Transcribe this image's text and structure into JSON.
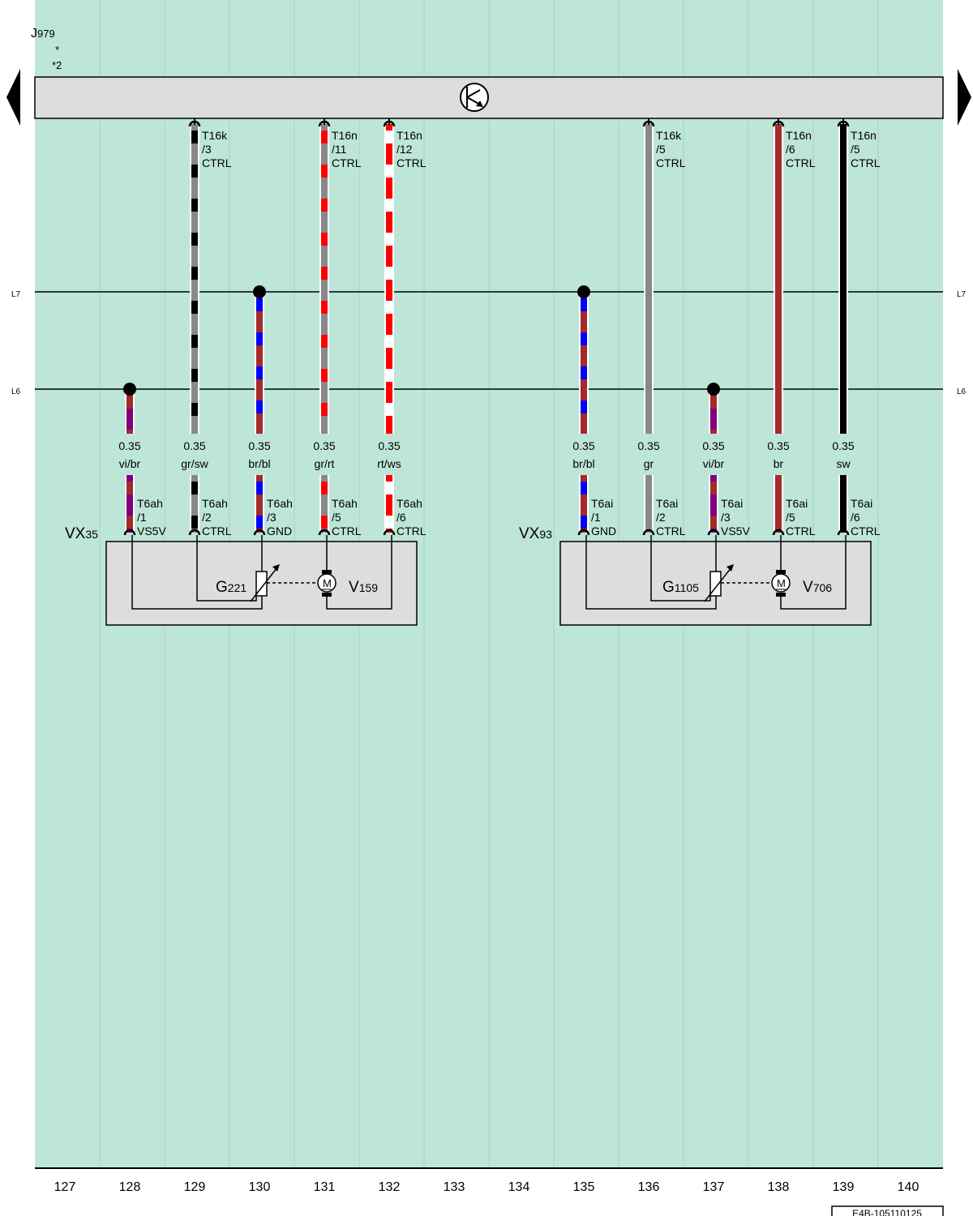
{
  "colors": {
    "background": "#bde5d8",
    "bus_fill": "#dddddd",
    "component_fill": "#dddddd",
    "gr": "#888888",
    "sw": "#000000",
    "br": "#a52a2a",
    "bl": "#0000ff",
    "rt": "#ff0000",
    "ws": "#ffffff",
    "vi": "#800080"
  },
  "bus": {
    "name": "J",
    "name_sub": "979",
    "note_star": "*",
    "note_ref": "*2",
    "left_arrow_icon": "page-back-icon",
    "right_arrow_icon": "page-forward-icon",
    "center_icon": "can-bus-symbol-icon"
  },
  "rails": {
    "l7": "L7",
    "l6": "L6"
  },
  "wires": [
    {
      "col": "128",
      "size": "0.35",
      "color": "vi/br",
      "top_conn": "",
      "top_pin": "",
      "top_sig": "",
      "splice": "L6",
      "bot_conn": "T6ah",
      "bot_pin": "/1",
      "bot_sig": "VS5V"
    },
    {
      "col": "129",
      "size": "0.35",
      "color": "gr/sw",
      "top_conn": "T16k",
      "top_pin": "/3",
      "top_sig": "CTRL",
      "splice": "",
      "bot_conn": "T6ah",
      "bot_pin": "/2",
      "bot_sig": "CTRL"
    },
    {
      "col": "130",
      "size": "0.35",
      "color": "br/bl",
      "top_conn": "",
      "top_pin": "",
      "top_sig": "",
      "splice": "L7",
      "bot_conn": "T6ah",
      "bot_pin": "/3",
      "bot_sig": "GND"
    },
    {
      "col": "131",
      "size": "0.35",
      "color": "gr/rt",
      "top_conn": "T16n",
      "top_pin": "/11",
      "top_sig": "CTRL",
      "splice": "",
      "bot_conn": "T6ah",
      "bot_pin": "/5",
      "bot_sig": "CTRL"
    },
    {
      "col": "132",
      "size": "0.35",
      "color": "rt/ws",
      "top_conn": "T16n",
      "top_pin": "/12",
      "top_sig": "CTRL",
      "splice": "",
      "bot_conn": "T6ah",
      "bot_pin": "/6",
      "bot_sig": "CTRL"
    },
    {
      "col": "135",
      "size": "0.35",
      "color": "br/bl",
      "top_conn": "",
      "top_pin": "",
      "top_sig": "",
      "splice": "L7",
      "bot_conn": "T6ai",
      "bot_pin": "/1",
      "bot_sig": "GND"
    },
    {
      "col": "136",
      "size": "0.35",
      "color": "gr",
      "top_conn": "T16k",
      "top_pin": "/5",
      "top_sig": "CTRL",
      "splice": "",
      "bot_conn": "T6ai",
      "bot_pin": "/2",
      "bot_sig": "CTRL"
    },
    {
      "col": "137",
      "size": "0.35",
      "color": "vi/br",
      "top_conn": "",
      "top_pin": "",
      "top_sig": "",
      "splice": "L6",
      "bot_conn": "T6ai",
      "bot_pin": "/3",
      "bot_sig": "VS5V"
    },
    {
      "col": "138",
      "size": "0.35",
      "color": "br",
      "top_conn": "T16n",
      "top_pin": "/6",
      "top_sig": "CTRL",
      "splice": "",
      "bot_conn": "T6ai",
      "bot_pin": "/5",
      "bot_sig": "CTRL"
    },
    {
      "col": "139",
      "size": "0.35",
      "color": "sw",
      "top_conn": "T16n",
      "top_pin": "/5",
      "top_sig": "CTRL",
      "splice": "",
      "bot_conn": "T6ai",
      "bot_pin": "/6",
      "bot_sig": "CTRL"
    }
  ],
  "components": [
    {
      "name": "VX",
      "sub": "35",
      "sensor": "G",
      "sensor_sub": "221",
      "motor": "V",
      "motor_sub": "159",
      "motor_letter": "M"
    },
    {
      "name": "VX",
      "sub": "93",
      "sensor": "G",
      "sensor_sub": "1105",
      "motor": "V",
      "motor_sub": "706",
      "motor_letter": "M"
    }
  ],
  "columns": [
    "127",
    "128",
    "129",
    "130",
    "131",
    "132",
    "133",
    "134",
    "135",
    "136",
    "137",
    "138",
    "139",
    "140"
  ],
  "footer_code": "E4B-105110125"
}
